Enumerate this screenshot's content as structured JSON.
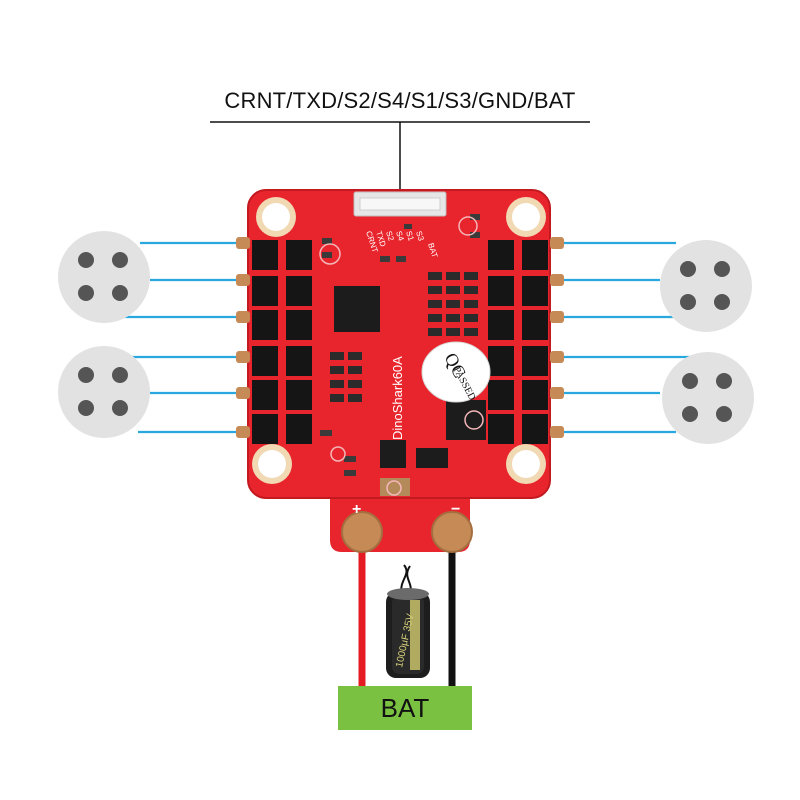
{
  "connector": {
    "pinout": "CRNT/TXD/S2/S4/S1/S3/GND/BAT"
  },
  "board": {
    "model_marking": "DinoShark60A",
    "qc_stamp": {
      "top": "QC",
      "bottom": "PASSED"
    },
    "pad_labels": [
      "CRNT",
      "TXD",
      "S2",
      "S4",
      "S1",
      "S3",
      "BAT"
    ],
    "battery_pad_plus": "+",
    "battery_pad_minus": "−"
  },
  "capacitor": {
    "marking": "1000μF 35V"
  },
  "battery": {
    "label": "BAT"
  },
  "colors": {
    "board": "#e8242c",
    "motor_wire": "#29a8e0",
    "battery_box": "#7ac142",
    "positive_wire": "#e41b23",
    "negative_wire": "#111111",
    "copper_pad": "#c58a55"
  }
}
